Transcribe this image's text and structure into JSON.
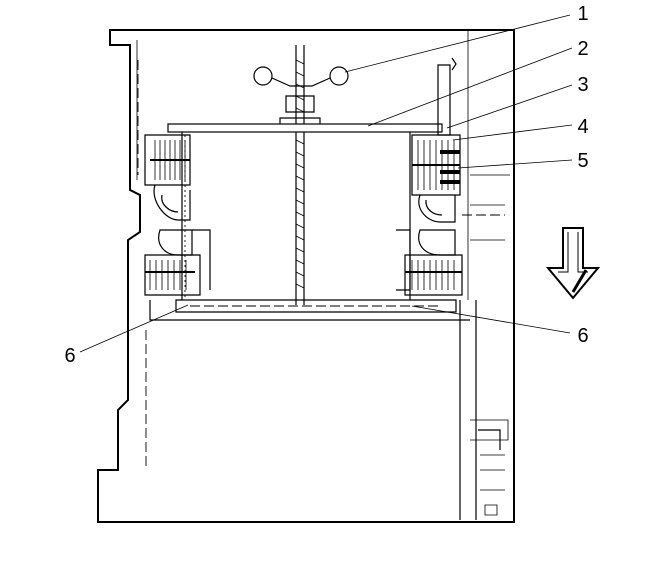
{
  "callouts": [
    {
      "id": "1",
      "text": "1"
    },
    {
      "id": "2",
      "text": "2"
    },
    {
      "id": "3",
      "text": "3"
    },
    {
      "id": "4",
      "text": "4"
    },
    {
      "id": "5",
      "text": "5"
    },
    {
      "id": "6-right",
      "text": "6"
    },
    {
      "id": "6-left",
      "text": "6"
    }
  ],
  "direction_arrow": {
    "icon": "down-arrow-icon",
    "direction": "down"
  }
}
